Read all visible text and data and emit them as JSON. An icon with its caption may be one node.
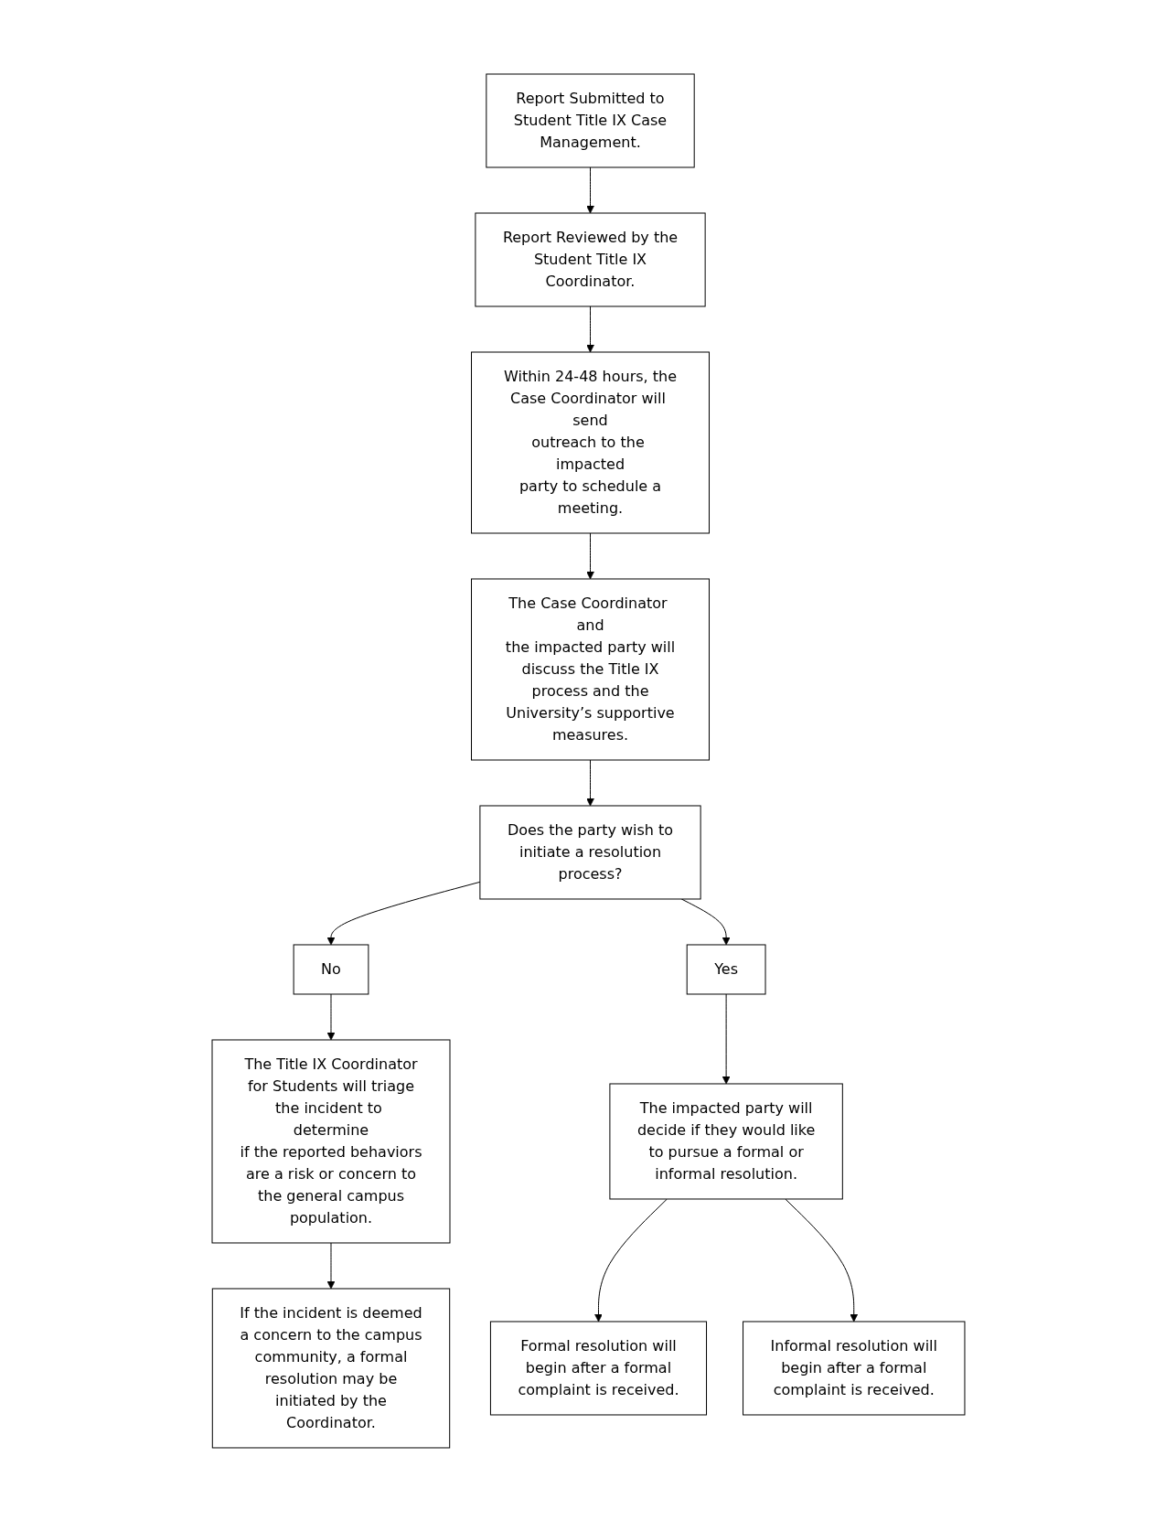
{
  "diagram": {
    "nodes": [
      {
        "text": [
          "Report Submitted to Student Title IX Case Management."
        ]
      },
      {
        "text": [
          "Report Reviewed by the Student Title IX Coordinator."
        ]
      },
      {
        "text": [
          "Within 24-48 hours, the Case Coordinator will send outreach to the impacted party to schedule a meeting."
        ]
      },
      {
        "text": [
          "The Case Coordinator and the impacted party will discuss the Title IX process and the University’s supportive measures."
        ]
      },
      {
        "text": [
          "Does the party wish to initiate a resolution process?"
        ]
      },
      {
        "text": [
          "No"
        ]
      },
      {
        "text": [
          "Yes"
        ]
      },
      {
        "text": [
          "The Title IX Coordinator for Students will triage the incident to determine if the reported behaviors are a risk or concern to the general campus population."
        ]
      },
      {
        "text": [
          "If the incident is deemed a concern to the campus community, a formal resolution may be initiated by the Coordinator."
        ]
      },
      {
        "text": [
          "The impacted party will decide if they would like to pursue a formal or informal resolution."
        ]
      },
      {
        "text": [
          "Formal resolution will begin after a formal complaint is received."
        ]
      },
      {
        "text": [
          "Informal resolution will begin after a formal complaint is received."
        ]
      }
    ],
    "edges": [
      {
        "from": 0,
        "to": 1,
        "arrow": "to"
      },
      {
        "from": 1,
        "to": 2,
        "arrow": "to"
      },
      {
        "from": 2,
        "to": 3,
        "arrow": "to"
      },
      {
        "from": 3,
        "to": 4,
        "arrow": "to"
      },
      {
        "from": 4,
        "to": 5,
        "arrow": "to"
      },
      {
        "from": 4,
        "to": 6,
        "arrow": "to"
      },
      {
        "from": 5,
        "to": 7,
        "arrow": "to"
      },
      {
        "from": 7,
        "to": 8,
        "arrow": "to"
      },
      {
        "from": 6,
        "to": 9,
        "arrow": "to"
      },
      {
        "from": 9,
        "to": 10,
        "arrow": "to"
      },
      {
        "from": 9,
        "to": 11,
        "arrow": "to"
      }
    ]
  }
}
